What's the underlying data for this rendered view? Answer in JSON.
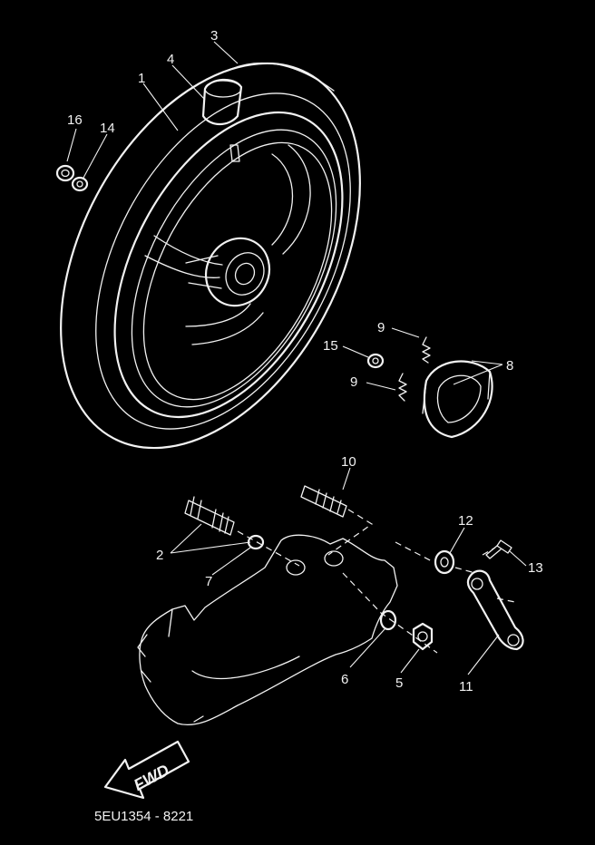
{
  "callouts": [
    {
      "id": "c1",
      "text": "1"
    },
    {
      "id": "c2",
      "text": "2"
    },
    {
      "id": "c3",
      "text": "3"
    },
    {
      "id": "c4",
      "text": "4"
    },
    {
      "id": "c5",
      "text": "5"
    },
    {
      "id": "c6",
      "text": "6"
    },
    {
      "id": "c7",
      "text": "7"
    },
    {
      "id": "c8",
      "text": "8"
    },
    {
      "id": "c9a",
      "text": "9"
    },
    {
      "id": "c9b",
      "text": "9"
    },
    {
      "id": "c10",
      "text": "10"
    },
    {
      "id": "c11",
      "text": "11"
    },
    {
      "id": "c12",
      "text": "12"
    },
    {
      "id": "c13",
      "text": "13"
    },
    {
      "id": "c14",
      "text": "14"
    },
    {
      "id": "c15",
      "text": "15"
    },
    {
      "id": "c16",
      "text": "16"
    }
  ],
  "fwd_label": "FWD",
  "diagram_code": "5EU1354 - 8221",
  "colors": {
    "background": "#000000",
    "line": "#f2f2f2"
  }
}
